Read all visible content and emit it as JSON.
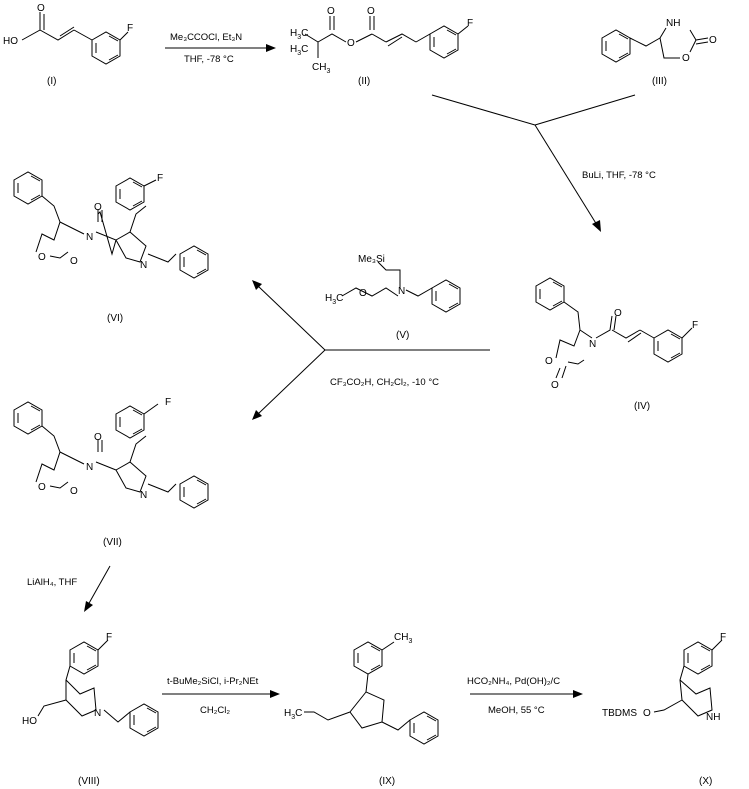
{
  "compounds": [
    {
      "id": "I",
      "label": "(I)",
      "atoms": {
        "ho": "HO",
        "o": "O",
        "f": "F"
      }
    },
    {
      "id": "II",
      "label": "(II)",
      "atoms": {
        "o1": "O",
        "o2": "O",
        "o3": "O",
        "f": "F"
      }
    },
    {
      "id": "III",
      "label": "(III)",
      "atoms": {
        "nh": "NH",
        "o1": "O",
        "o2": "O"
      }
    },
    {
      "id": "IV",
      "label": "(IV)",
      "atoms": {
        "n": "N",
        "o1": "O",
        "o2": "O",
        "o3": "O",
        "f": "F"
      }
    },
    {
      "id": "V",
      "label": "(V)",
      "atoms": {
        "me3si": "Me₃Si",
        "o": "O",
        "n": "N"
      }
    },
    {
      "id": "VI",
      "label": "(VI)",
      "atoms": {
        "n1": "N",
        "n2": "N",
        "o1": "O",
        "o2": "O",
        "o3": "O",
        "f": "F"
      }
    },
    {
      "id": "VII",
      "label": "(VII)",
      "atoms": {
        "n1": "N",
        "n2": "N",
        "o1": "O",
        "o2": "O",
        "o3": "O",
        "f": "F"
      }
    },
    {
      "id": "VIII",
      "label": "(VIII)",
      "atoms": {
        "ho": "HO",
        "n": "N",
        "f": "F"
      }
    },
    {
      "id": "IX",
      "label": "(IX)",
      "atoms": {
        "h3c": "H₃C",
        "ch3": "CH₃"
      }
    },
    {
      "id": "X",
      "label": "(X)",
      "atoms": {
        "tbdms": "TBDMS",
        "o": "O",
        "nh": "NH",
        "f": "F"
      }
    }
  ],
  "reactions": [
    {
      "id": "r1",
      "from": "I",
      "to": "II",
      "above": "Me₃CCOCl, Et₃N",
      "below": "THF, -78 °C"
    },
    {
      "id": "r2",
      "from": "II + III",
      "to": "IV",
      "above": "BuLi, THF, -78 °C",
      "below": ""
    },
    {
      "id": "r3",
      "from": "IV + V",
      "to": "VI + VII",
      "above": "",
      "below": "CF₃CO₂H, CH₂Cl₂, -10 °C"
    },
    {
      "id": "r4",
      "from": "VII",
      "to": "VIII",
      "above": "LiAlH₄, THF",
      "below": ""
    },
    {
      "id": "r5",
      "from": "VIII",
      "to": "IX",
      "above": "t-BuMe₂SiCl, i-Pr₂NEt",
      "below": "CH₂Cl₂"
    },
    {
      "id": "r6",
      "from": "IX",
      "to": "X",
      "above": "HCO₂NH₄, Pd(OH)₂/C",
      "below": "MeOH, 55 °C"
    }
  ]
}
